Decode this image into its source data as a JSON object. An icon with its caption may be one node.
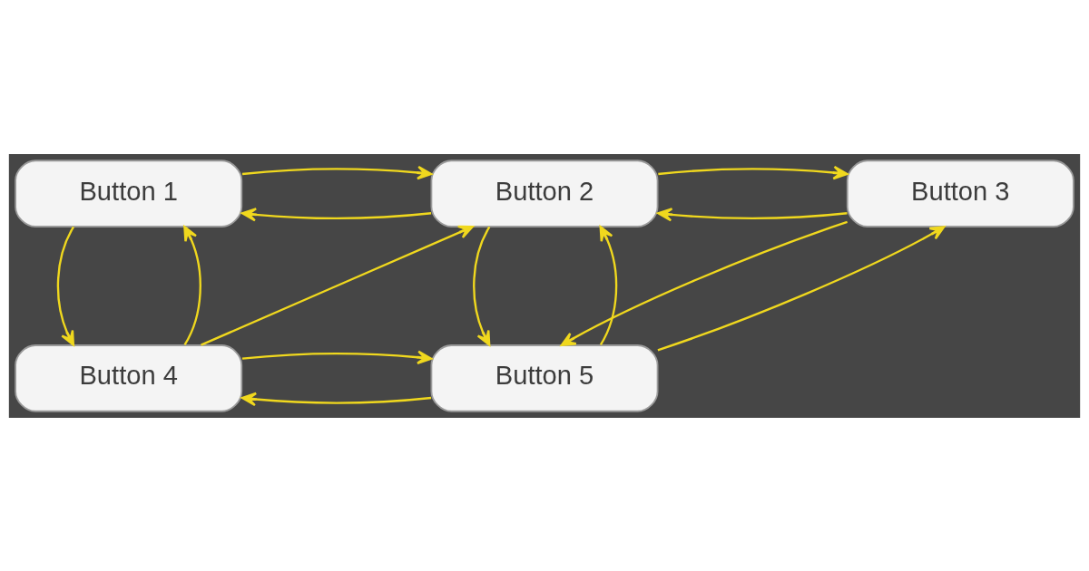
{
  "diagram": {
    "nodes": [
      {
        "text": [
          "Button 1"
        ]
      },
      {
        "text": [
          "Button 2"
        ]
      },
      {
        "text": [
          "Button 3"
        ]
      },
      {
        "text": [
          "Button 4"
        ]
      },
      {
        "text": [
          "Button 5"
        ]
      }
    ],
    "edges": [
      {
        "from": 1,
        "to": 0,
        "arrow": "to"
      },
      {
        "from": 0,
        "to": 1,
        "arrow": "to"
      },
      {
        "from": 2,
        "to": 1,
        "arrow": "to"
      },
      {
        "from": 1,
        "to": 2,
        "arrow": "to"
      },
      {
        "from": 0,
        "to": 3,
        "arrow": "to"
      },
      {
        "from": 3,
        "to": 0,
        "arrow": "to"
      },
      {
        "from": 3,
        "to": 1,
        "arrow": "to"
      },
      {
        "from": 1,
        "to": 4,
        "arrow": "to"
      },
      {
        "from": 4,
        "to": 1,
        "arrow": "to"
      },
      {
        "from": 2,
        "to": 4,
        "arrow": "to"
      },
      {
        "from": 4,
        "to": 2,
        "arrow": "to"
      },
      {
        "from": 4,
        "to": 3,
        "arrow": "to"
      },
      {
        "from": 3,
        "to": 4,
        "arrow": "to"
      }
    ]
  }
}
